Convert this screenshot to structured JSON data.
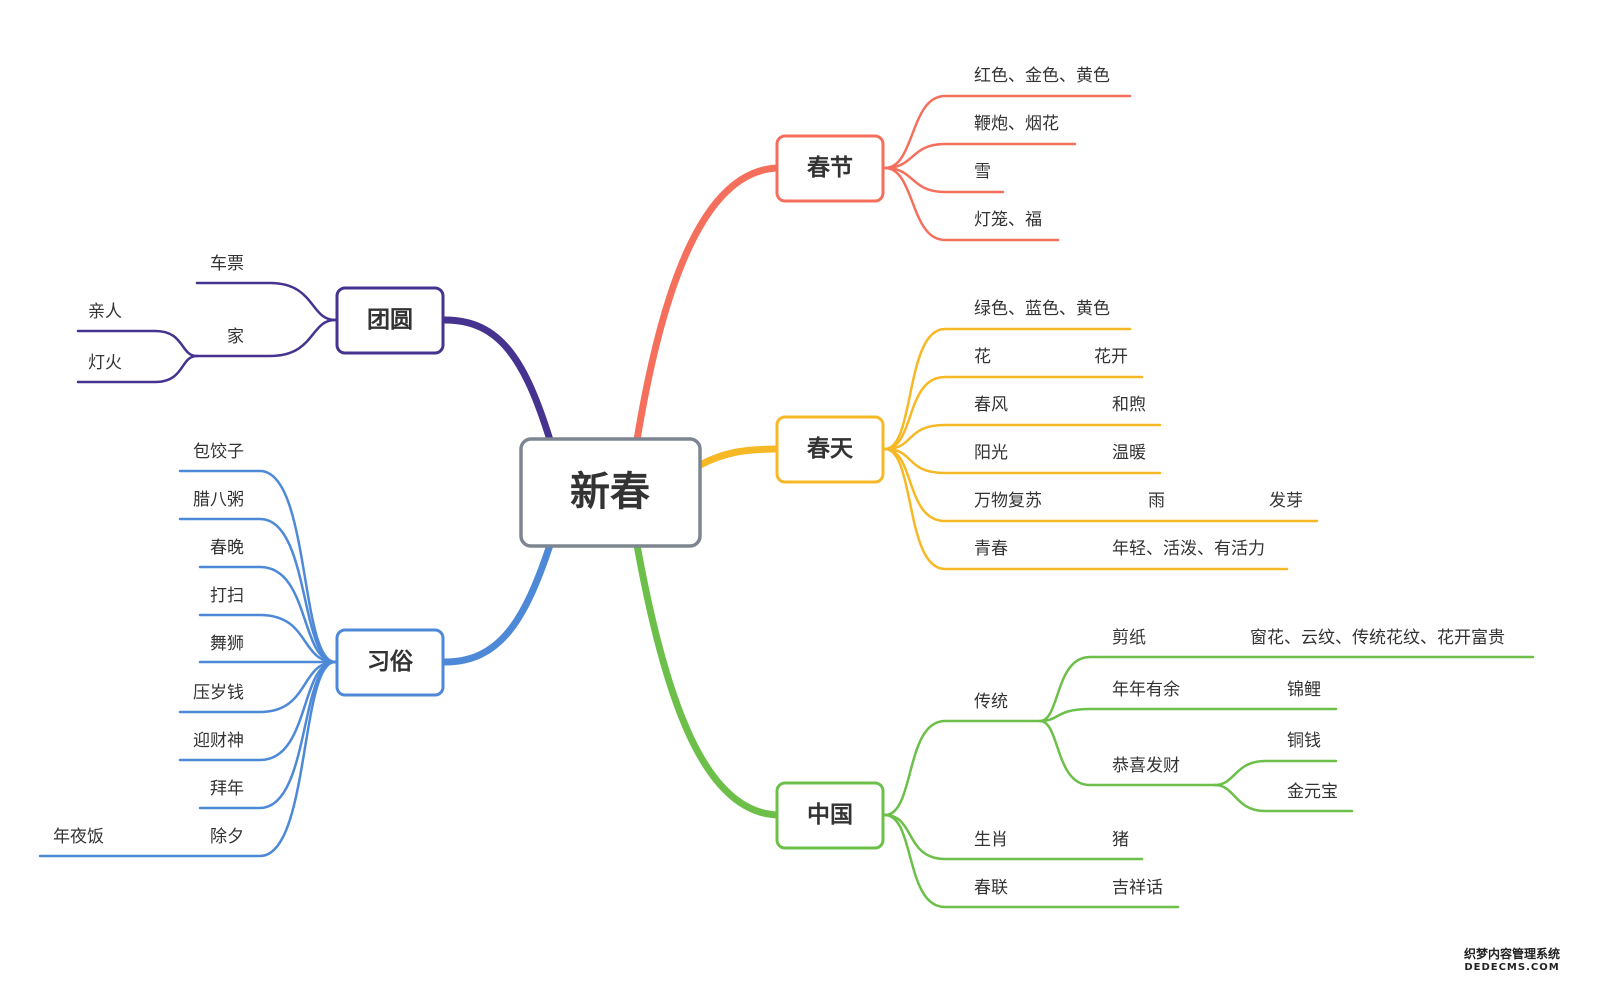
{
  "center": "新春",
  "colors": {
    "chunjie": "#f56f5d",
    "chuntian": "#f7b826",
    "zhongguo": "#6cc04a",
    "tuanyuan": "#46338f",
    "xisu": "#4e89d8",
    "center_border": "#7d8591"
  },
  "nodes": {
    "chunjie": "春节",
    "chuntian": "春天",
    "zhongguo": "中国",
    "tuanyuan": "团圆",
    "xisu": "习俗"
  },
  "chunjie_items": [
    "红色、金色、黄色",
    "鞭炮、烟花",
    "雪",
    "灯笼、福"
  ],
  "chuntian_items": {
    "colors": "绿色、蓝色、黄色",
    "flower": "花",
    "flower_sub": "花开",
    "wind": "春风",
    "wind_sub": "和煦",
    "sun": "阳光",
    "sun_sub": "温暖",
    "revival": "万物复苏",
    "revival_sub1": "雨",
    "revival_sub2": "发芽",
    "youth": "青春",
    "youth_sub": "年轻、活泼、有活力"
  },
  "zhongguo_items": {
    "tradition": "传统",
    "papercut": "剪纸",
    "papercut_sub": "窗花、云纹、传统花纹、花开富贵",
    "nnyy": "年年有余",
    "nnyy_sub": "锦鲤",
    "gxfc": "恭喜发财",
    "gxfc_sub1": "铜钱",
    "gxfc_sub2": "金元宝",
    "zodiac": "生肖",
    "zodiac_sub": "猪",
    "couplet": "春联",
    "couplet_sub": "吉祥话"
  },
  "tuanyuan_items": {
    "ticket": "车票",
    "home": "家",
    "relatives": "亲人",
    "lights": "灯火"
  },
  "xisu_items": [
    "包饺子",
    "腊八粥",
    "春晚",
    "打扫",
    "舞狮",
    "压岁钱",
    "迎财神",
    "拜年",
    "除夕"
  ],
  "xisu_extra": "年夜饭",
  "watermark": {
    "line1": "织梦内容管理系统",
    "line2": "DEDECMS.COM"
  }
}
